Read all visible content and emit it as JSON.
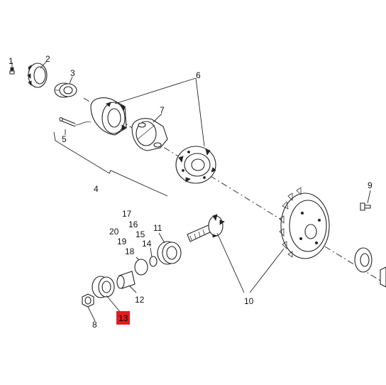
{
  "callouts": {
    "c1": "1",
    "c2": "2",
    "c3": "3",
    "c4": "4",
    "c5": "5",
    "c6": "6",
    "c7": "7",
    "c8": "8",
    "c9": "9",
    "c10": "10",
    "c11": "11",
    "c12": "12",
    "c13": "13",
    "c14": "14",
    "c15": "15",
    "c16": "16",
    "c17": "17",
    "c18": "18",
    "c19": "19",
    "c20": "20"
  },
  "colors": {
    "highlight": "#e8191e",
    "line": "#222222"
  }
}
